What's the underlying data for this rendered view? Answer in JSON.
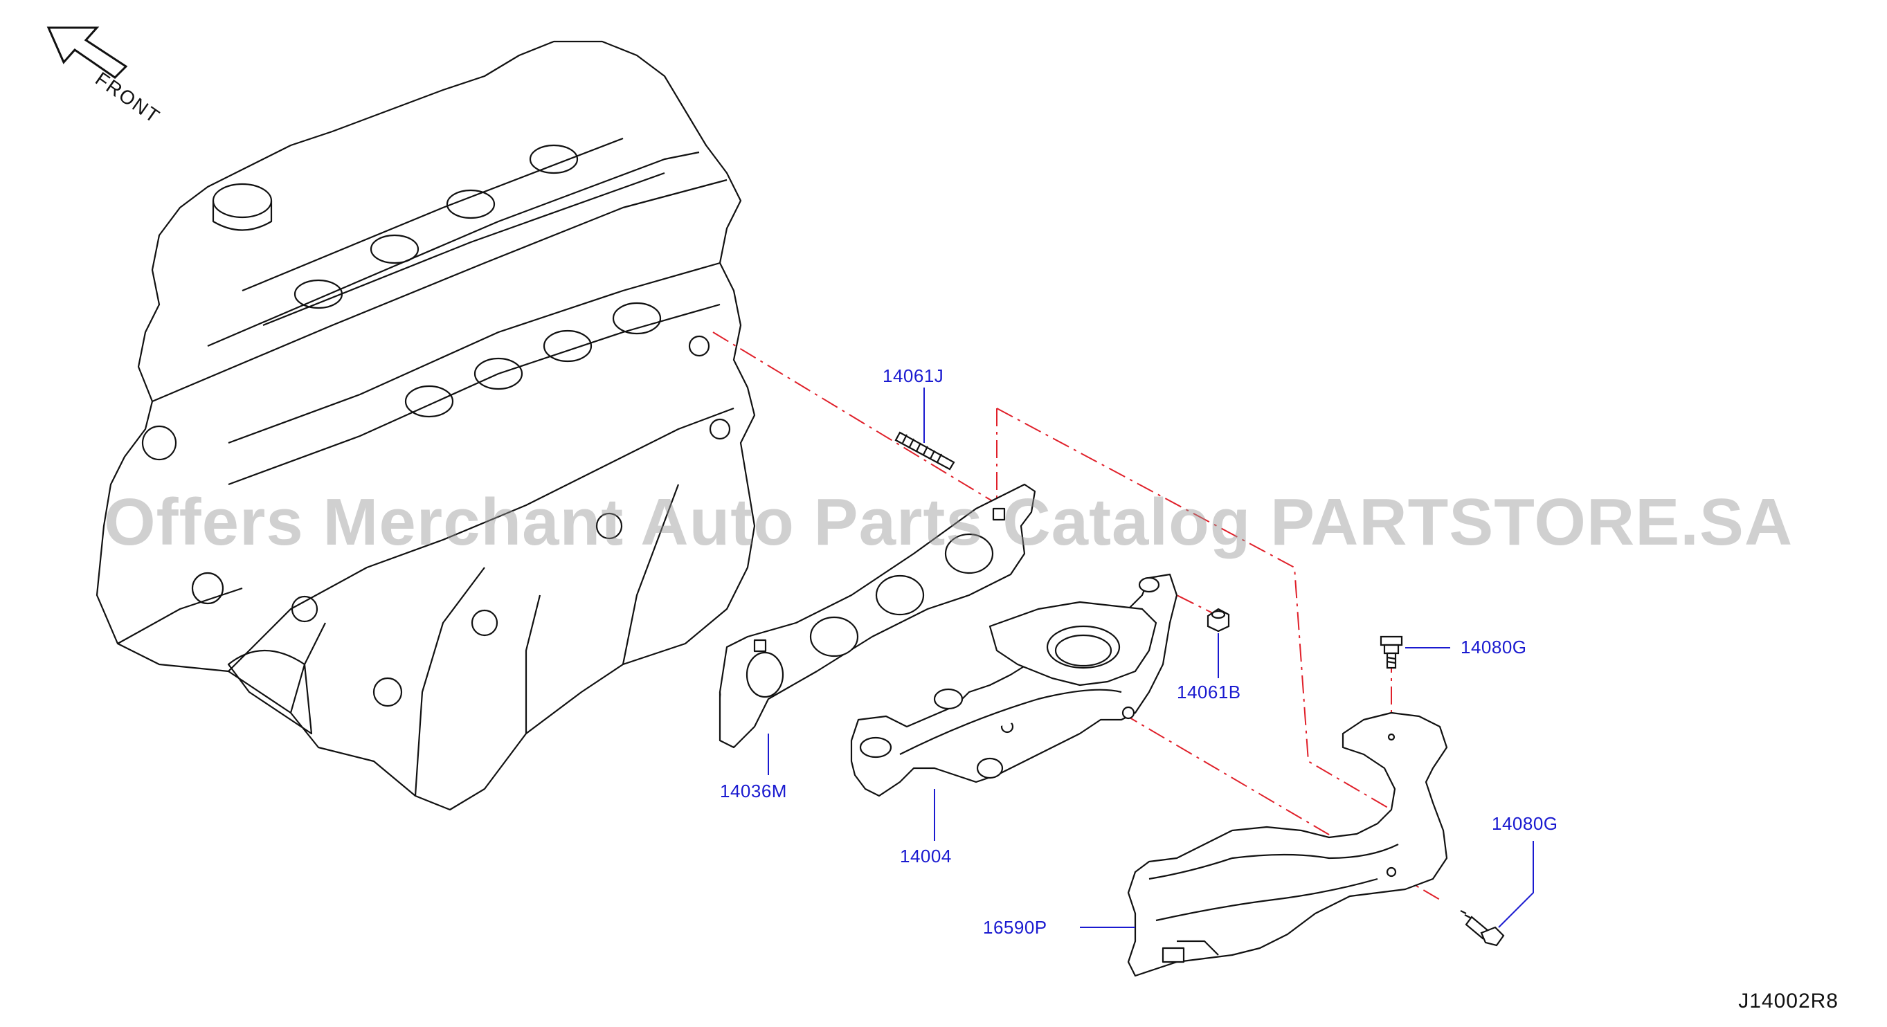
{
  "orientation": {
    "front_label": "FRONT"
  },
  "parts": [
    {
      "number": "14061J",
      "name": "stud"
    },
    {
      "number": "14036M",
      "name": "exhaust manifold gasket"
    },
    {
      "number": "14004",
      "name": "exhaust manifold"
    },
    {
      "number": "14061B",
      "name": "nut"
    },
    {
      "number": "14080G",
      "name": "bolt (upper)"
    },
    {
      "number": "14080G",
      "name": "bolt (lower)"
    },
    {
      "number": "16590P",
      "name": "heat insulator"
    }
  ],
  "watermark": "Offers Merchant Auto Parts Catalog PARTSTORE.SA",
  "diagram_code": "J14002R8",
  "colors": {
    "label": "#1a1ad0",
    "leader": "#1a1ad0",
    "centerline": "#e0202a",
    "outline": "#111111"
  }
}
